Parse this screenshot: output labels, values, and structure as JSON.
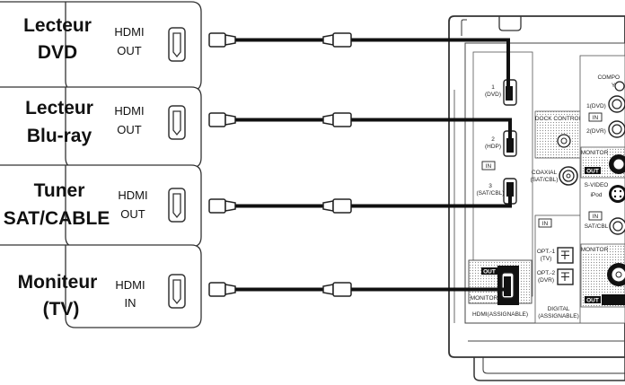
{
  "devices": [
    {
      "name_line1": "Lecteur",
      "name_line2": "DVD",
      "hdmi": "HDMI",
      "dir": "OUT"
    },
    {
      "name_line1": "Lecteur",
      "name_line2": "Blu-ray",
      "hdmi": "HDMI",
      "dir": "OUT"
    },
    {
      "name_line1": "Tuner",
      "name_line2": "SAT/CABLE",
      "hdmi": "HDMI",
      "dir": "OUT"
    },
    {
      "name_line1": "Moniteur",
      "name_line2": "(TV)",
      "hdmi": "HDMI",
      "dir": "IN"
    }
  ],
  "panel": {
    "hdmi_inputs": [
      {
        "num": "1",
        "label": "(DVD)"
      },
      {
        "num": "2",
        "label": "(HDP)"
      },
      {
        "num": "3",
        "label": "(SAT/CBL)"
      }
    ],
    "in_label": "IN",
    "out_label": "OUT",
    "monitor_label": "MONITOR",
    "hdmi_assignable": "HDMI(ASSIGNABLE)",
    "dock_control": "DOCK CONTROL",
    "coaxial_line1": "COAXIAL",
    "coaxial_line2": "(SAT/CBL)",
    "opt1_line1": "OPT.-1",
    "opt1_line2": "(TV)",
    "opt2_line1": "OPT.-2",
    "opt2_line2": "(DVR)",
    "digital_line1": "DIGITAL",
    "digital_line2": "(ASSIGNABLE)",
    "component_header": "COMPO",
    "component_y": "Y",
    "comp1": "1(DVD)",
    "comp2": "2(DVR)",
    "s_video": "S-VIDEO",
    "ipod": "iPod",
    "sat_cbl": "SAT/CBL"
  },
  "colors": {
    "cable": "#111111",
    "panel_fill": "#ffffff",
    "outline": "#333333",
    "dot": "#9a9a9a"
  }
}
